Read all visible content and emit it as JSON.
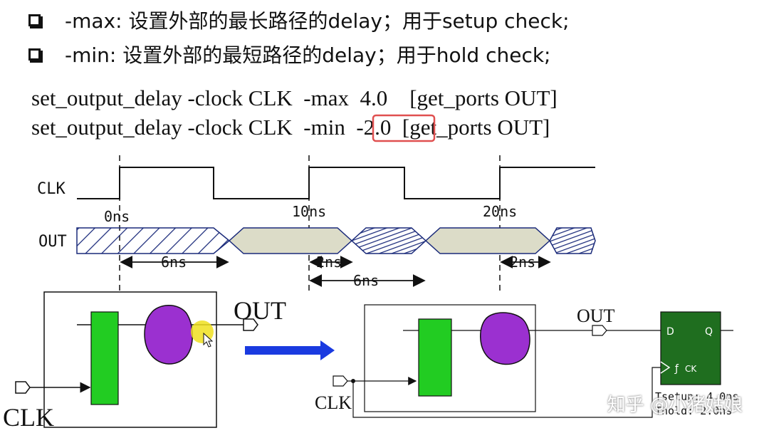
{
  "bullets": [
    {
      "text": "-max: 设置外部的最长路径的delay；用于setup check;"
    },
    {
      "text": "-min: 设置外部的最短路径的delay；用于hold check;"
    }
  ],
  "commands": [
    {
      "cmd": "set_output_delay",
      "clock_flag": "-clock",
      "clock": "CLK",
      "opt": "-max",
      "value": "4.0",
      "ports": "[get_ports OUT]"
    },
    {
      "cmd": "set_output_delay",
      "clock_flag": "-clock",
      "clock": "CLK",
      "opt": "-min",
      "value": "-2.0",
      "ports": "[get_ports OUT]"
    }
  ],
  "timing": {
    "clk_label": "CLK",
    "out_label": "OUT",
    "time_labels": [
      "0ns",
      "10ns",
      "20ns"
    ],
    "span_labels": [
      "6ns",
      "2ns",
      "6ns",
      "2ns"
    ]
  },
  "left_circuit": {
    "out_label": "OUT",
    "clk_label": "CLK"
  },
  "right_circuit": {
    "out_label": "OUT",
    "clk_label": "CLK",
    "ff_d": "D",
    "ff_q": "Q",
    "ff_ck": "CK",
    "tsetup": "Tsetup: 4.0ns",
    "thold": "Thold: 2.0ns"
  },
  "colors": {
    "highlight_box": "#e05050",
    "arrow": "#1a3ae0",
    "logic_block": "#22cc22",
    "cloud": "#9b30d0",
    "flipflop": "#1f6e1f",
    "hatch": "#1a2a7a",
    "bus_fill": "#dcdcc8"
  },
  "watermark": "知乎 @小猪姑娘"
}
